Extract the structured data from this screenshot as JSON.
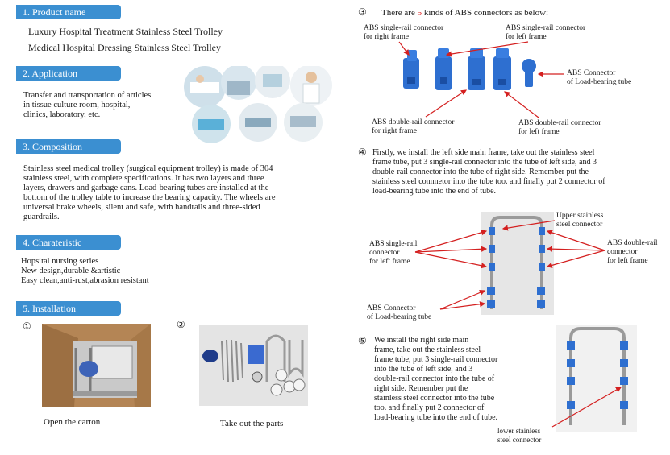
{
  "sections": {
    "product_name": {
      "header": "1. Product name",
      "lines": [
        "Luxury Hospital Treatment Stainless Steel Trolley",
        "Medical Hospital Dressing Stainless Steel Trolley"
      ]
    },
    "application": {
      "header": "2. Application",
      "lines": [
        "Transfer and transportation of articles",
        "in tissue culture room, hospital,",
        "clinics, laboratory, etc."
      ]
    },
    "composition": {
      "header": "3. Composition",
      "lines": [
        "Stainless steel medical trolley (surgical equipment trolley) is made of 304",
        "stainless steel, with complete specifications. It has two layers and three",
        "layers, drawers and garbage cans. Load-bearing tubes are installed at the",
        "bottom of the trolley table to increase the bearing capacity. The wheels are",
        "universal brake wheels, silent and safe, with handrails and three-sided",
        "guardrails."
      ]
    },
    "characteristic": {
      "header": "4. Charateristic",
      "lines": [
        "Hopsital nursing series",
        "New design,durable &artistic",
        "Easy clean,anti-rust,abrasion resistant"
      ]
    },
    "installation": {
      "header": "5. Installation"
    }
  },
  "steps": {
    "s1": {
      "num": "①",
      "caption": "Open the carton"
    },
    "s2": {
      "num": "②",
      "caption": "Take out the parts"
    },
    "s3": {
      "num": "③",
      "text_before": "There are ",
      "count": "5",
      "text_after": " kinds of ABS connectors as below:",
      "labels": {
        "single_right": [
          "ABS single-rail connector",
          "for right frame"
        ],
        "single_left": [
          "ABS single-rail connector",
          "for left frame"
        ],
        "abs_conn": [
          "ABS Connector",
          "of Load-bearing tube"
        ],
        "double_right": [
          "ABS double-rail connector",
          "for right frame"
        ],
        "double_left": [
          "ABS double-rail connector",
          "for left frame"
        ]
      }
    },
    "s4": {
      "num": "④",
      "lines": [
        "Firstly, we install the left side main frame, take out the stainless steel",
        "frame tube, put 3 single-rail connector into the tube of left side, and 3",
        "double-rail connector into the tube of right side. Remember put the",
        "stainless steel connnetor into the tube too. and finally put 2 connector of",
        "load-bearing tube into the end of tube."
      ],
      "labels": {
        "upper": [
          "Upper stainless",
          "steel connector"
        ],
        "single_left": [
          "ABS single-rail",
          "connector",
          "for left frame"
        ],
        "double_left": [
          "ABS double-rail",
          "connector",
          "for left frame"
        ],
        "abs_conn": [
          "ABS  Connector",
          "of  Load-bearing tube"
        ]
      }
    },
    "s5": {
      "num": "⑤",
      "lines": [
        "We install the right side main",
        "frame, take out the stainless steel",
        "frame tube, put 3 single-rail connector",
        "into the tube of left side, and 3",
        "double-rail connector into the tube of",
        "right side. Remember put the",
        "stainless steel connector into the tube",
        "too. and finally put 2 connector of",
        "load-bearing tube into the end of tube."
      ],
      "labels": {
        "lower": [
          "lower stainless",
          "steel connector"
        ]
      }
    }
  },
  "colors": {
    "header_bg": "#3b8fd1",
    "connector_blue": "#2e6fd0",
    "arrow_red": "#d42020",
    "accent_red": "#e02020"
  }
}
